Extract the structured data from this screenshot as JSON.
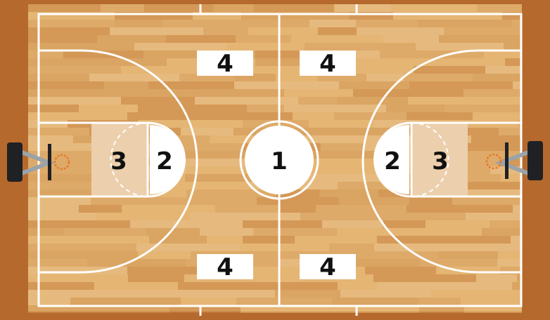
{
  "colors": {
    "floor_light": "#e7b978",
    "floor_mid": "#dba565",
    "floor_dark": "#c98543",
    "apron": "#b5692c",
    "lines": "#ffffff",
    "paint": "#eccfad",
    "numbers": "#111111",
    "backboard": "#1f2124",
    "rim": "#e8782a",
    "support": "#9aa3a8"
  },
  "zones": {
    "center": "1",
    "paint_arc_left": "2",
    "paint_arc_right": "2",
    "key_left": "3",
    "key_right": "3",
    "wing_top_left": "4",
    "wing_top_right": "4",
    "wing_bottom_left": "4",
    "wing_bottom_right": "4"
  }
}
